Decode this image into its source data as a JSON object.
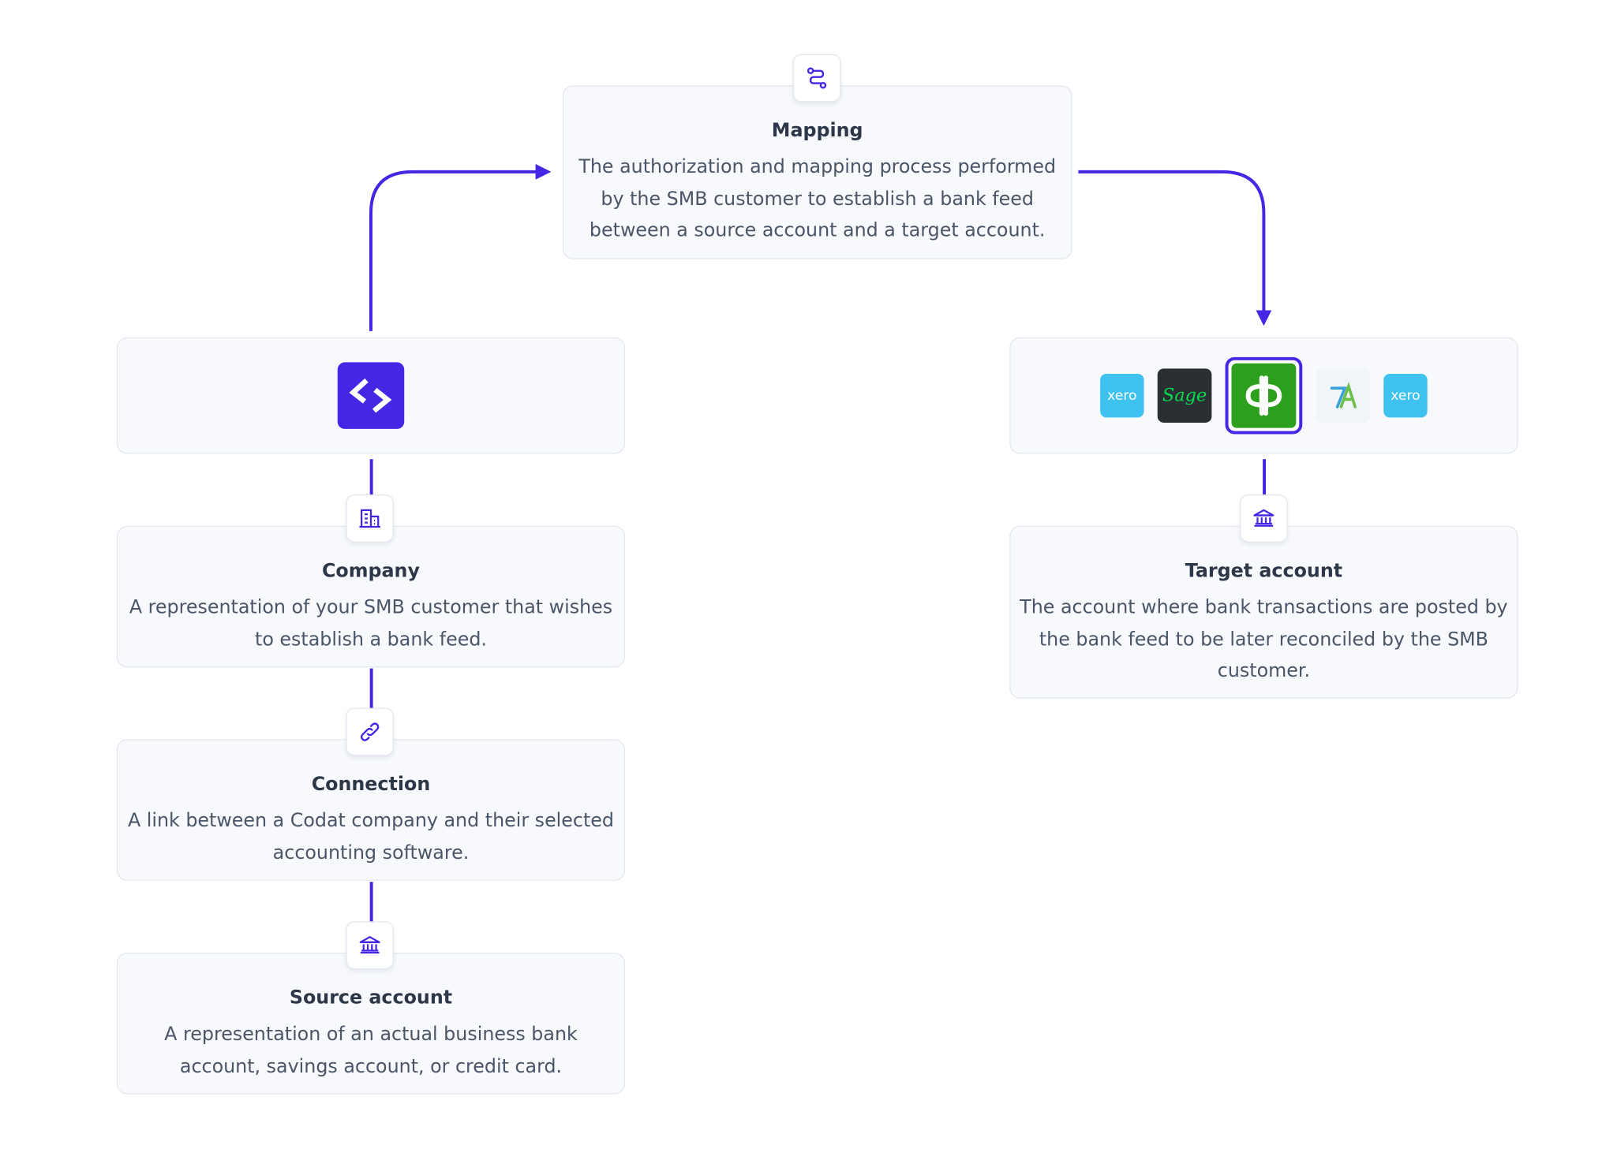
{
  "nodes": {
    "mapping": {
      "title": "Mapping",
      "description": "The authorization and mapping process performed by the SMB customer to establish a bank feed between a source account and a target account.",
      "icon": "route-icon"
    },
    "company": {
      "title": "Company",
      "description": "A representation of your SMB customer that wishes to establish a bank feed.",
      "icon": "building-icon"
    },
    "connection": {
      "title": "Connection",
      "description": "A link between a Codat company and their selected accounting software.",
      "icon": "link-icon"
    },
    "source_account": {
      "title": "Source account",
      "description": "A representation of an actual business bank account, savings account, or credit card.",
      "icon": "bank-icon"
    },
    "target_account": {
      "title": "Target account",
      "description": "The account where bank transactions are posted by the bank feed to be later reconciled by the SMB customer.",
      "icon": "bank-icon"
    }
  },
  "platforms": {
    "logos": [
      {
        "name": "xero",
        "text": "xero"
      },
      {
        "name": "sage",
        "text": "Sage"
      },
      {
        "name": "quickbooks",
        "text": "qb",
        "selected": true
      },
      {
        "name": "freeagent",
        "text": "A"
      },
      {
        "name": "xero",
        "text": "xero"
      }
    ]
  },
  "colors": {
    "accent": "#4426e4",
    "card_bg": "#f7f9fc",
    "card_border": "#e3e8ef",
    "text": "#4a5568",
    "title": "#2d3748",
    "xero": "#3fc2f0",
    "sage_bg": "#2b2e33",
    "sage_text": "#00dc4c",
    "quickbooks": "#2ca01c"
  }
}
